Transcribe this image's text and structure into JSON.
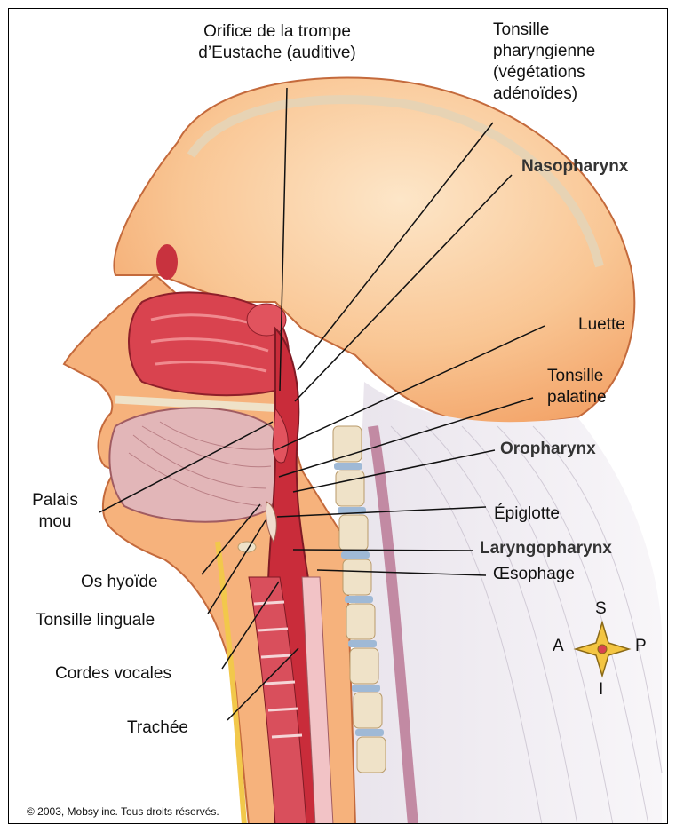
{
  "labels": {
    "orifice_line1": "Orifice de la trompe",
    "orifice_line2": "d’Eustache (auditive)",
    "tonsille_phar_line1": "Tonsille",
    "tonsille_phar_line2": "pharyngienne",
    "tonsille_phar_line3": "(végétations",
    "tonsille_phar_line4": "adénoïdes)",
    "nasopharynx": "Nasopharynx",
    "luette": "Luette",
    "tonsille_pal_line1": "Tonsille",
    "tonsille_pal_line2": "palatine",
    "oropharynx": "Oropharynx",
    "palais_line1": "Palais",
    "palais_line2": "mou",
    "epiglotte": "Épiglotte",
    "laryngopharynx": "Laryngopharynx",
    "os_hyoide": "Os hyoïde",
    "oesophage": "Œsophage",
    "tonsille_linguale": "Tonsille linguale",
    "cordes_vocales": "Cordes vocales",
    "trachee": "Trachée"
  },
  "compass": {
    "superior": "S",
    "inferior": "I",
    "anterior": "A",
    "posterior": "P"
  },
  "copyright": "© 2003, Mobsy inc. Tous droits réservés.",
  "colors": {
    "skin": "#f6b27c",
    "skin_light": "#fde0c0",
    "tissue": "#d9434f",
    "bone": "#efe2c8",
    "disc": "#9fb9d6",
    "leader": "#111111"
  }
}
